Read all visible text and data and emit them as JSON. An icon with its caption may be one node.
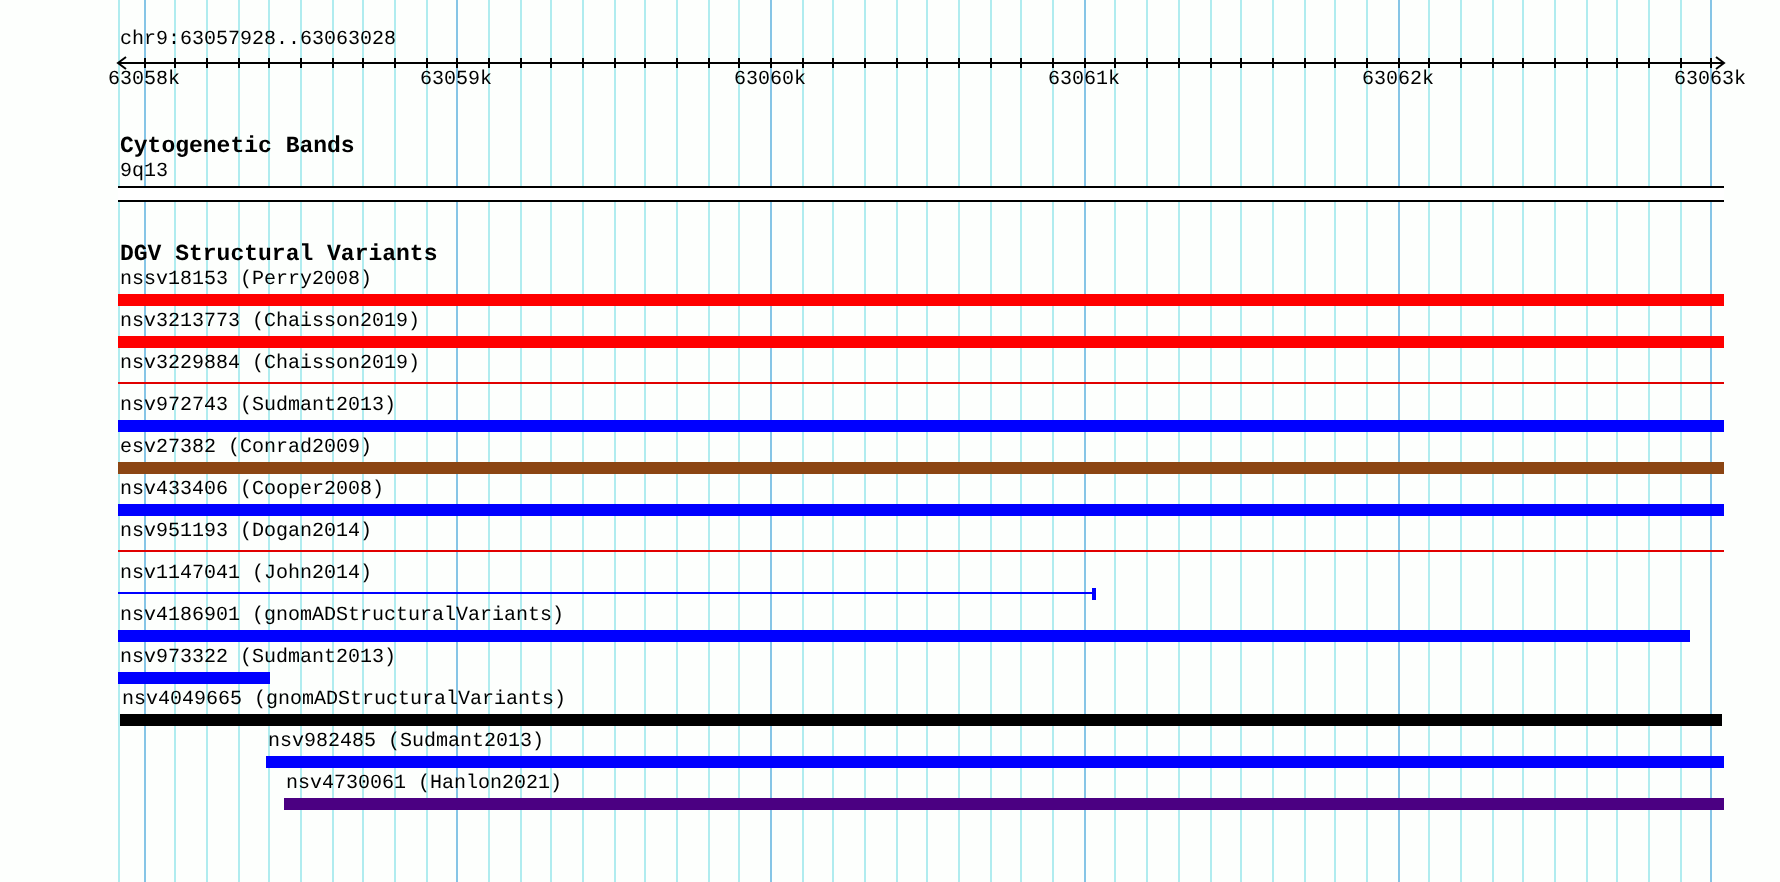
{
  "diagram": {
    "nodes": [
      {
        "text": [
          "9q13"
        ]
      },
      {
        "text": [
          "nssv18153 (Perry2008)"
        ]
      },
      {
        "text": [
          "nsv3213773 (Chaisson2019)"
        ]
      },
      {
        "text": [
          "nsv3229884 (Chaisson2019)"
        ]
      },
      {
        "text": [
          "nsv972743 (Sudmant2013)"
        ]
      },
      {
        "text": [
          "esv27382 (Conrad2009)"
        ]
      },
      {
        "text": [
          "nsv433406 (Cooper2008)"
        ]
      },
      {
        "text": [
          "nsv951193 (Dogan2014)"
        ]
      },
      {
        "text": [
          "nsv1147041 (John2014)"
        ]
      },
      {
        "text": [
          "nsv4186901 (gnomADStructuralVariants)"
        ]
      },
      {
        "text": [
          "nsv973322 (Sudmant2013)"
        ]
      },
      {
        "text": [
          "nsv4049665 (gnomADStructuralVariants)"
        ]
      },
      {
        "text": [
          "nsv982485 (Sudmant2013)"
        ]
      },
      {
        "text": [
          "nsv4730061 (Hanlon2021)"
        ]
      }
    ],
    "labels": [
      "chr9:63057928..63063028",
      "63058k",
      "63059k",
      "63060k",
      "63061k",
      "63062k",
      "63063k",
      "Cytogenetic Bands",
      "DGV Structural Variants"
    ]
  }
}
